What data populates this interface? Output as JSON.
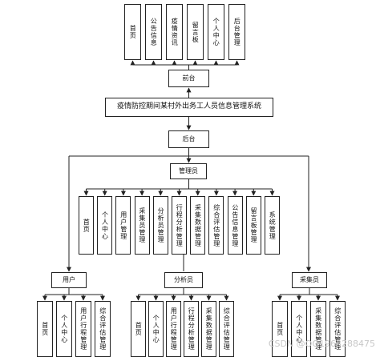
{
  "front_modules": [
    "首页",
    "公告信息",
    "疫情资讯",
    "留言板",
    "个人中心",
    "后台管理"
  ],
  "front_label": "前台",
  "system_title": "疫情防控期间某村外出务工人员信息管理系统",
  "back_label": "后台",
  "admin_label": "管理员",
  "admin_modules": [
    "首页",
    "个人中心",
    "用户管理",
    "采集员管理",
    "分析员管理",
    "行程分析管理",
    "采集数据管理",
    "综合评估管理",
    "公告信息管理",
    "留言板管理",
    "系统管理"
  ],
  "roles": [
    {
      "label": "用户",
      "modules": [
        "首页",
        "个人中心",
        "用户行程管理",
        "综合评估管理"
      ]
    },
    {
      "label": "分析员",
      "modules": [
        "首页",
        "个人中心",
        "用户行程管理",
        "行程分析管理",
        "采集数据管理",
        "综合评估管理"
      ]
    },
    {
      "label": "采集员",
      "modules": [
        "首页",
        "个人中心",
        "采集数据管理",
        "综合评估管理"
      ]
    }
  ],
  "watermark": "CSDN @QQ1963288475"
}
